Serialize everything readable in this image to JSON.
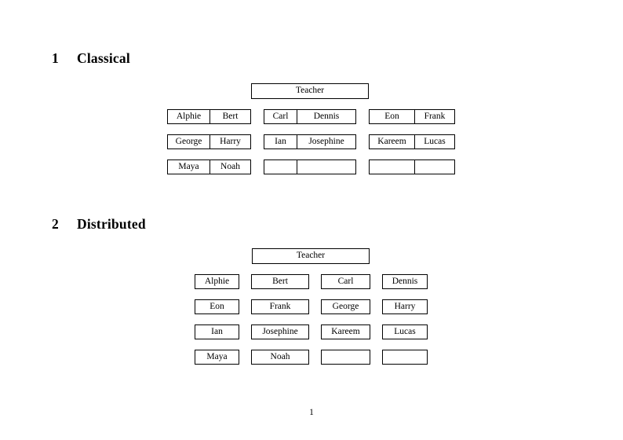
{
  "document": {
    "page_number": "1",
    "sections": [
      {
        "number": "1",
        "title": "Classical",
        "teacher_label": "Teacher",
        "layout": "paired-tables",
        "groups": [
          {
            "id": "left",
            "rows": [
              {
                "cells": [
                  "Alphie",
                  "Bert"
                ]
              },
              {
                "cells": [
                  "George",
                  "Harry"
                ]
              },
              {
                "cells": [
                  "Maya",
                  "Noah"
                ]
              }
            ]
          },
          {
            "id": "middle",
            "rows": [
              {
                "cells": [
                  "Carl",
                  "Dennis"
                ]
              },
              {
                "cells": [
                  "Ian",
                  "Josephine"
                ]
              },
              {
                "cells": [
                  "",
                  ""
                ]
              }
            ]
          },
          {
            "id": "right",
            "rows": [
              {
                "cells": [
                  "Eon",
                  "Frank"
                ]
              },
              {
                "cells": [
                  "Kareem",
                  "Lucas"
                ]
              },
              {
                "cells": [
                  "",
                  ""
                ]
              }
            ]
          }
        ]
      },
      {
        "number": "2",
        "title": "Distributed",
        "teacher_label": "Teacher",
        "layout": "single-boxes",
        "rows": [
          {
            "cells": [
              "Alphie",
              "Bert",
              "Carl",
              "Dennis"
            ]
          },
          {
            "cells": [
              "Eon",
              "Frank",
              "George",
              "Harry"
            ]
          },
          {
            "cells": [
              "Ian",
              "Josephine",
              "Kareem",
              "Lucas"
            ]
          },
          {
            "cells": [
              "Maya",
              "Noah",
              "",
              ""
            ]
          }
        ]
      }
    ]
  }
}
